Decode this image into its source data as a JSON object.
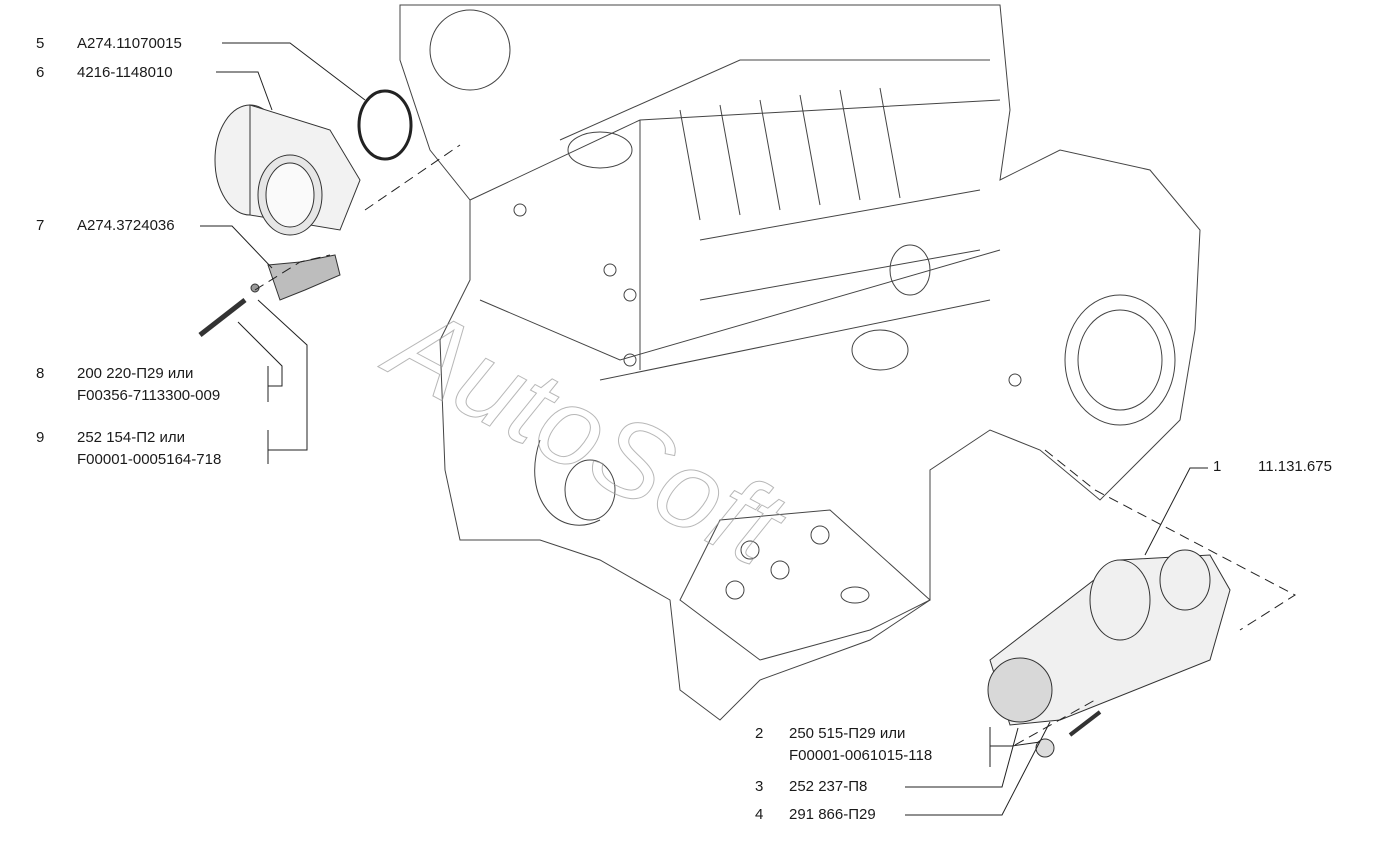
{
  "watermark": "AutoSoft",
  "callouts": [
    {
      "num": "1",
      "codes": [
        "11.131.675"
      ]
    },
    {
      "num": "2",
      "codes": [
        "250 515-П29 или",
        "F00001-0061015-118"
      ]
    },
    {
      "num": "3",
      "codes": [
        "252 237-П8"
      ]
    },
    {
      "num": "4",
      "codes": [
        "291 866-П29"
      ]
    },
    {
      "num": "5",
      "codes": [
        "А274.11070015"
      ]
    },
    {
      "num": "6",
      "codes": [
        "4216-1148010"
      ]
    },
    {
      "num": "7",
      "codes": [
        "А274.3724036"
      ]
    },
    {
      "num": "8",
      "codes": [
        "200 220-П29 или",
        "F00356-7113300-009"
      ]
    },
    {
      "num": "9",
      "codes": [
        "252 154-П2 или",
        "F00001-0005164-718"
      ]
    }
  ]
}
